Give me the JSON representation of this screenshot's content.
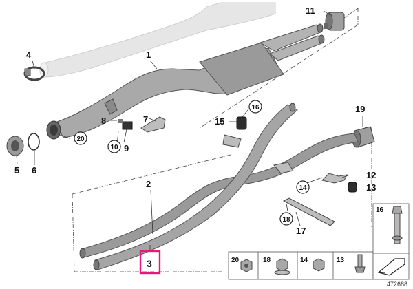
{
  "callouts": {
    "c1": "1",
    "c2": "2",
    "c3": "3",
    "c4": "4",
    "c5": "5",
    "c6": "6",
    "c7": "7",
    "c8": "8",
    "c9": "9",
    "c10": "10",
    "c11": "11",
    "c12": "12",
    "c13": "13",
    "c14": "14",
    "c15": "15",
    "c16": "16",
    "c17": "17",
    "c18": "18",
    "c19": "19",
    "c20": "20"
  },
  "legend": {
    "l20": "20",
    "l18": "18",
    "l14": "14",
    "l13": "13",
    "l16": "16"
  },
  "diagram_id": "472688",
  "highlight_color": "#e8177a"
}
